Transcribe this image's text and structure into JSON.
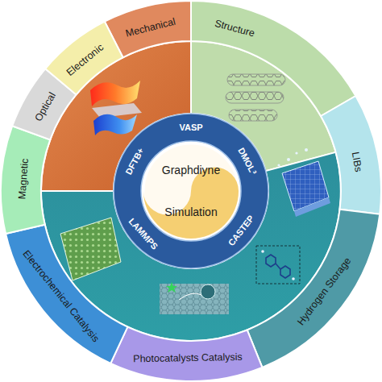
{
  "diagram": {
    "nodes": [
      {
        "text": [
          "Mechanical"
        ]
      },
      {
        "text": [
          "Structure"
        ]
      },
      {
        "text": [
          "LIBs"
        ]
      },
      {
        "text": [
          "Hydrogen Storage"
        ]
      },
      {
        "text": [
          "Photocatalysts Catalysis"
        ]
      },
      {
        "text": [
          "Electrochemical Catalysis"
        ]
      },
      {
        "text": [
          "Magnetic"
        ]
      },
      {
        "text": [
          "Optical"
        ]
      },
      {
        "text": [
          "Electronic"
        ]
      },
      {
        "text": [
          "VASP",
          "DMOL³",
          "CASTEP",
          "LAMMPS",
          "DFTB+"
        ]
      },
      {
        "text": [
          "Graphdiyne",
          "Simulation"
        ]
      }
    ]
  }
}
